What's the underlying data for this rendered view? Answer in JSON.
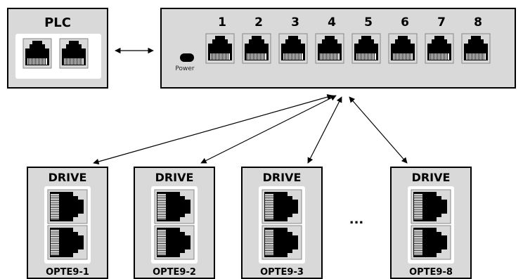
{
  "plc": {
    "title": "PLC"
  },
  "switch": {
    "power_label": "Power",
    "ports": [
      "1",
      "2",
      "3",
      "4",
      "5",
      "6",
      "7",
      "8"
    ]
  },
  "drives": [
    {
      "title": "DRIVE",
      "name": "OPTE9-1"
    },
    {
      "title": "DRIVE",
      "name": "OPTE9-2"
    },
    {
      "title": "DRIVE",
      "name": "OPTE9-3"
    },
    {
      "title": "DRIVE",
      "name": "OPTE9-8"
    }
  ],
  "ellipsis": "..."
}
